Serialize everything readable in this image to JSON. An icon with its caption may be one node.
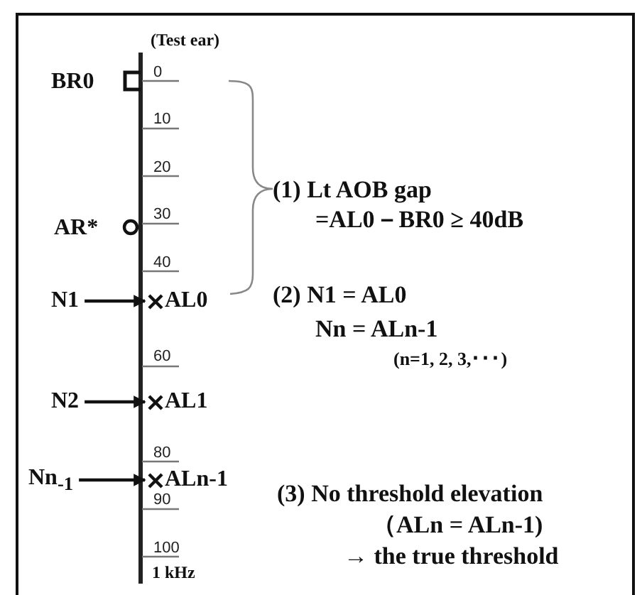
{
  "diagram": {
    "nodes": [
      {
        "text": [
          "N1"
        ]
      },
      {
        "text": [
          "AL0"
        ]
      },
      {
        "text": [
          "N2"
        ]
      },
      {
        "text": [
          "AL1"
        ]
      },
      {
        "text": [
          "Nn$_{-1}$"
        ]
      },
      {
        "text": [
          "ALn-1"
        ]
      }
    ],
    "edges": [
      {
        "from": 0,
        "to": 1,
        "arrow": "to"
      },
      {
        "from": 2,
        "to": 3,
        "arrow": "to"
      },
      {
        "from": 4,
        "to": 5,
        "arrow": "to"
      }
    ],
    "labels": [
      "(Test ear)",
      "BR0",
      "0",
      "10",
      "20",
      "AR*",
      "30",
      "40",
      "60",
      "80",
      "90",
      "100",
      "1 kHz",
      "(1)  Lt AOB gap",
      "=AL0－BR0 ≥ 40dB",
      "(2) N1 = AL0",
      "Nn = ALn-1",
      "(n=1, 2, 3,･･･)",
      "(3) No threshold elevation",
      "（ALn = ALn-1)",
      "→ the true threshold"
    ]
  }
}
